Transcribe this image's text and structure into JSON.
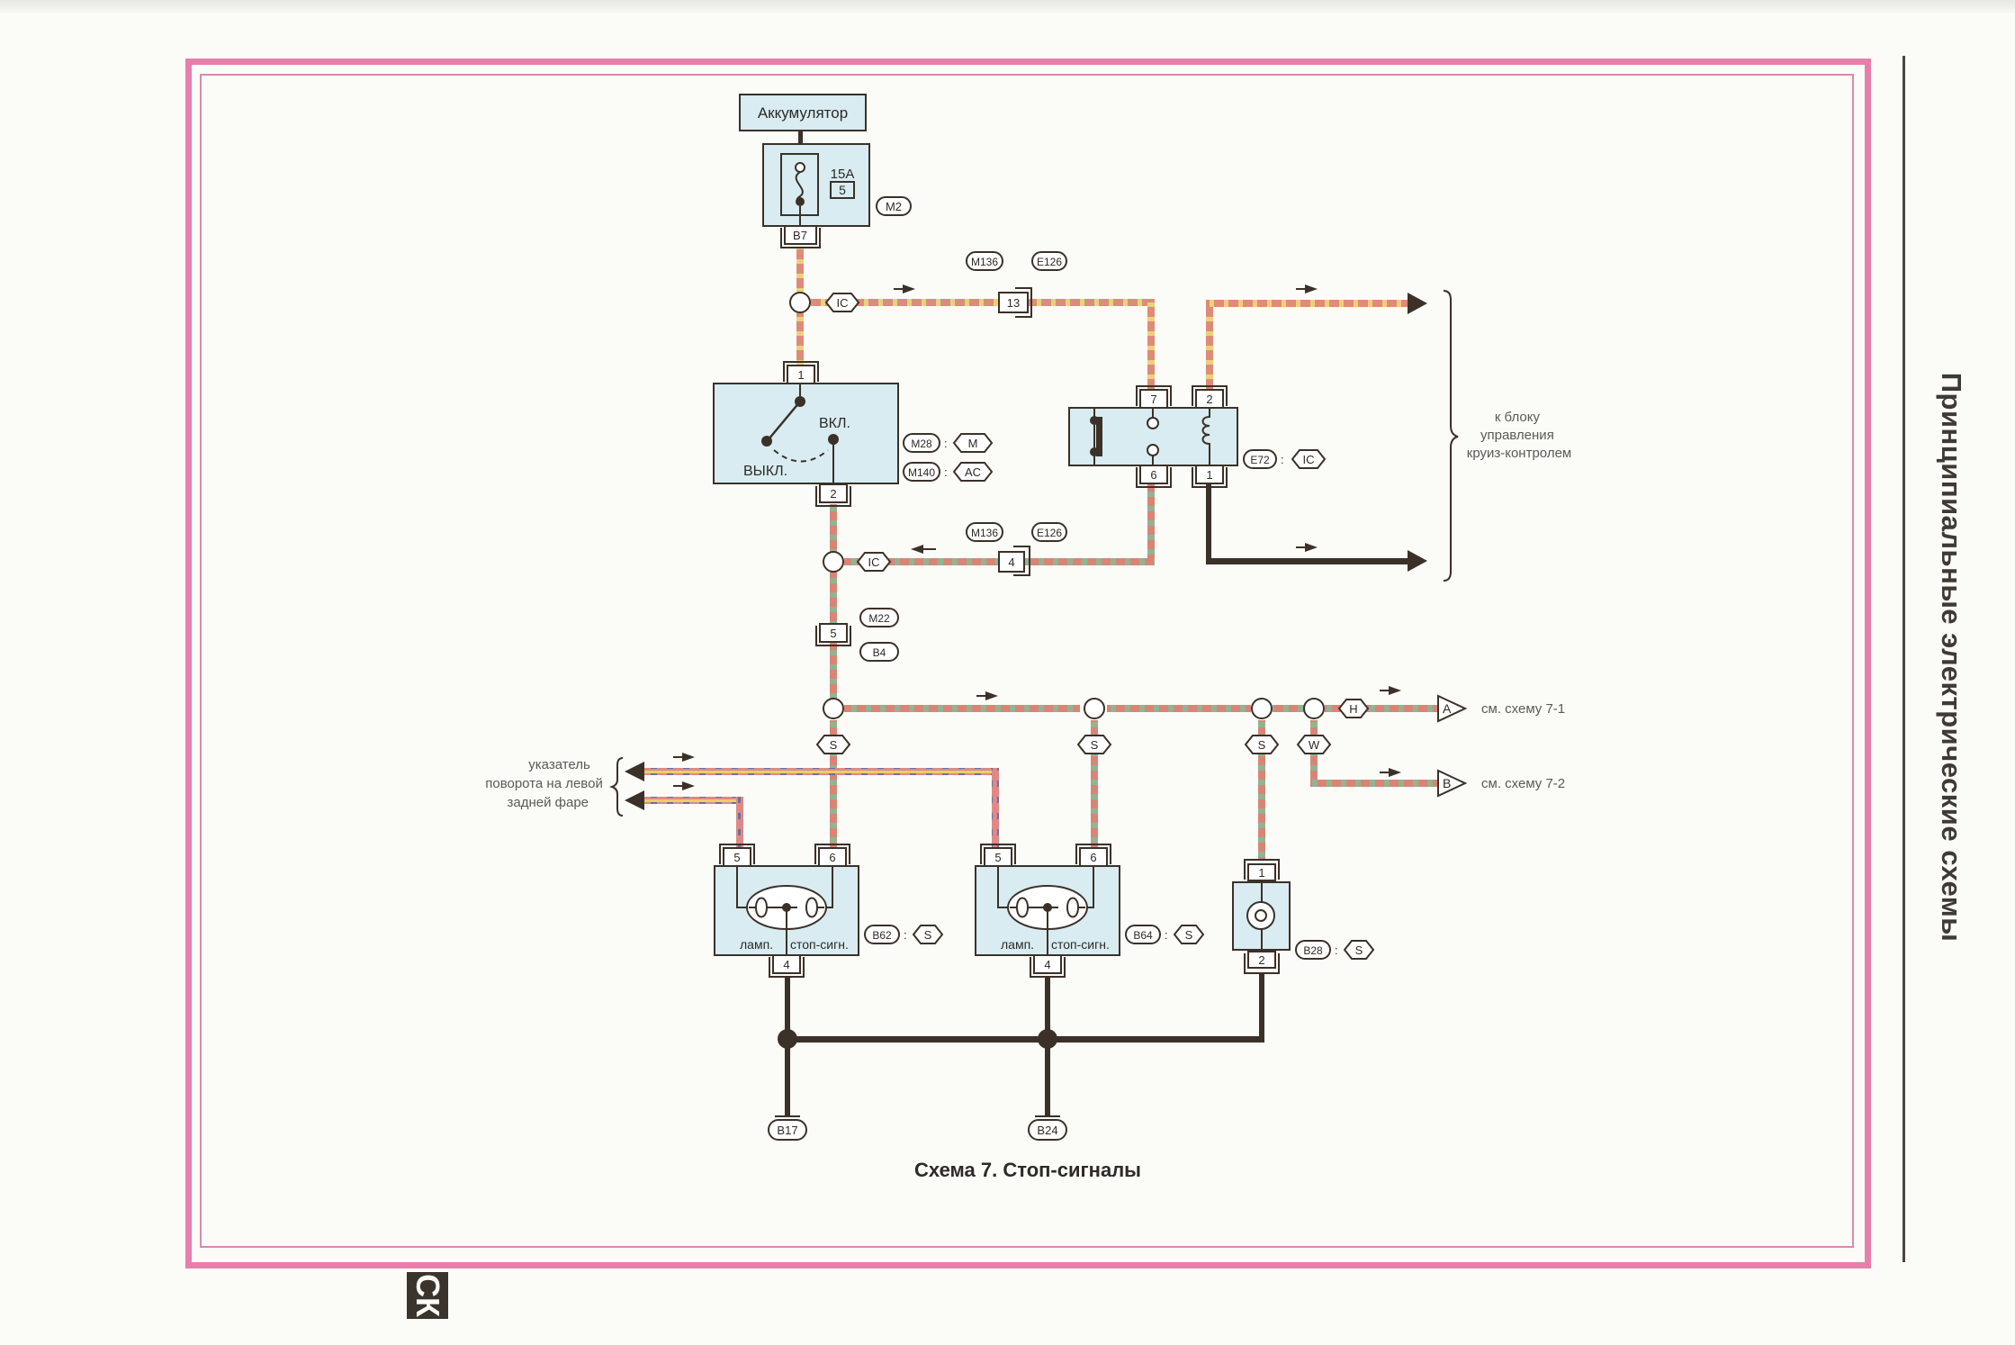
{
  "page": {
    "side_title": "Принципиальные электрические схемы",
    "logo_text": "СК",
    "caption": "Схема 7. Стоп-сигналы"
  },
  "components": {
    "battery": {
      "label": "Аккумулятор"
    },
    "fuse": {
      "rating": "15A",
      "number": "5",
      "location": "M2",
      "connector": "B7"
    },
    "brake_switch": {
      "on_label": "ВКЛ.",
      "off_label": "ВЫКЛ.",
      "pin_top": "1",
      "pin_bottom": "2",
      "codes": [
        {
          "connector": "M28",
          "harness": "M"
        },
        {
          "connector": "M140",
          "harness": "AC"
        }
      ]
    },
    "relay": {
      "connector": "E72",
      "harness": "IC",
      "pins_top": [
        "7",
        "2"
      ],
      "pins_bottom": [
        "6",
        "1"
      ]
    },
    "lamp_left": {
      "connector": "B62",
      "harness": "S",
      "pins_top": [
        "5",
        "6"
      ],
      "pin_bottom": "4",
      "label_a": "ламп.",
      "label_b": "стоп-сигн."
    },
    "lamp_right": {
      "connector": "B64",
      "harness": "S",
      "pins_top": [
        "5",
        "6"
      ],
      "pin_bottom": "4",
      "label_a": "ламп.",
      "label_b": "стоп-сигн."
    },
    "high_stop_lamp": {
      "connector": "B28",
      "harness": "S",
      "pin_top": "1",
      "pin_bottom": "2"
    }
  },
  "connectors": {
    "top_joint": {
      "left": "M136",
      "right": "E126",
      "pin": "13",
      "harness": "IC"
    },
    "mid_joint": {
      "left": "M136",
      "right": "E126",
      "pin": "4",
      "harness": "IC"
    },
    "inline": {
      "top": "M22",
      "bottom": "B4",
      "pin": "5"
    },
    "branch_harness": [
      "S",
      "S",
      "S",
      "W"
    ],
    "h_harness": "H"
  },
  "destinations": {
    "cruise": "к блоку\nуправления\nкруиз-контролем",
    "cruise_lines": [
      "к блоку",
      "управления",
      "круиз-контролем"
    ],
    "turn_lines": [
      "указатель",
      "поворота на левой",
      "задней фаре"
    ],
    "ref_a": {
      "letter": "A",
      "text": "см. схему 7-1"
    },
    "ref_b": {
      "letter": "B",
      "text": "см. схему 7-2"
    }
  },
  "grounds": [
    "B17",
    "B24"
  ],
  "colors": {
    "frame": "#e77fab",
    "component_fill": "#d8ecf1",
    "wire_dark": "#3b3128",
    "wire_red": "#d9826e",
    "wire_yellow": "#e7cf6a",
    "wire_green": "#8fb08a",
    "wire_blue": "#8389b3"
  }
}
